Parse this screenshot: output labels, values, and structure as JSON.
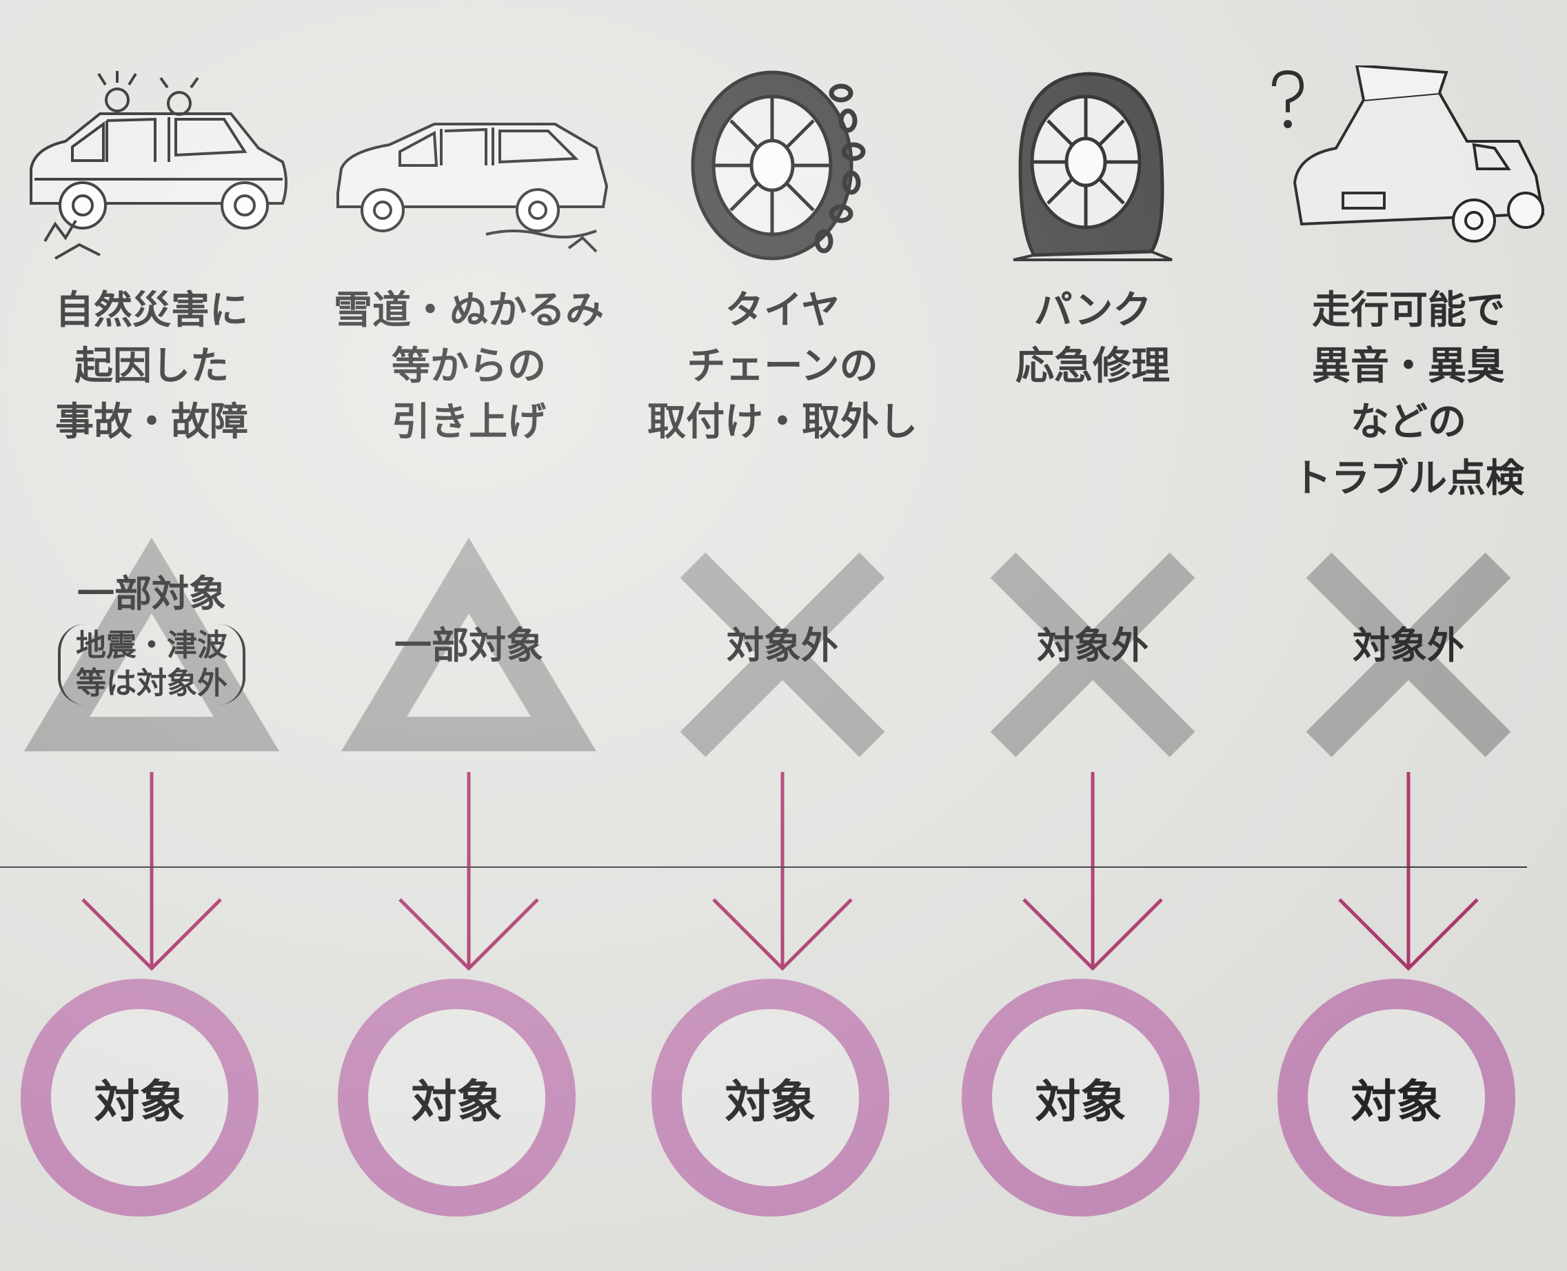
{
  "columns": [
    {
      "illustration": "car-in-disaster-icon",
      "title_lines": [
        "自然災害に",
        "起因した",
        "事故・故障"
      ],
      "before_mark": "triangle",
      "before_label": "一部対象",
      "before_sub": [
        "地震・津波",
        "等は対象外"
      ],
      "after_label": "対象"
    },
    {
      "illustration": "car-stuck-icon",
      "title_lines": [
        "雪道・ぬかるみ",
        "等からの",
        "引き上げ"
      ],
      "before_mark": "triangle",
      "before_label": "一部対象",
      "after_label": "対象"
    },
    {
      "illustration": "tire-chain-icon",
      "title_lines": [
        "タイヤ",
        "チェーンの",
        "取付け・取外し"
      ],
      "before_mark": "cross",
      "before_label": "対象外",
      "after_label": "対象"
    },
    {
      "illustration": "flat-tire-icon",
      "title_lines": [
        "パンク",
        "応急修理"
      ],
      "before_mark": "cross",
      "before_label": "対象外",
      "after_label": "対象"
    },
    {
      "illustration": "car-open-hood-icon",
      "title_lines": [
        "走行可能で",
        "異音・異臭",
        "などの",
        "トラブル点検"
      ],
      "before_mark": "cross",
      "before_label": "対象外",
      "after_label": "対象"
    }
  ],
  "colors": {
    "mark_gray": "#a9aaa7",
    "arrow_color": "#b0386f",
    "circle_color": "#c98fbc"
  }
}
